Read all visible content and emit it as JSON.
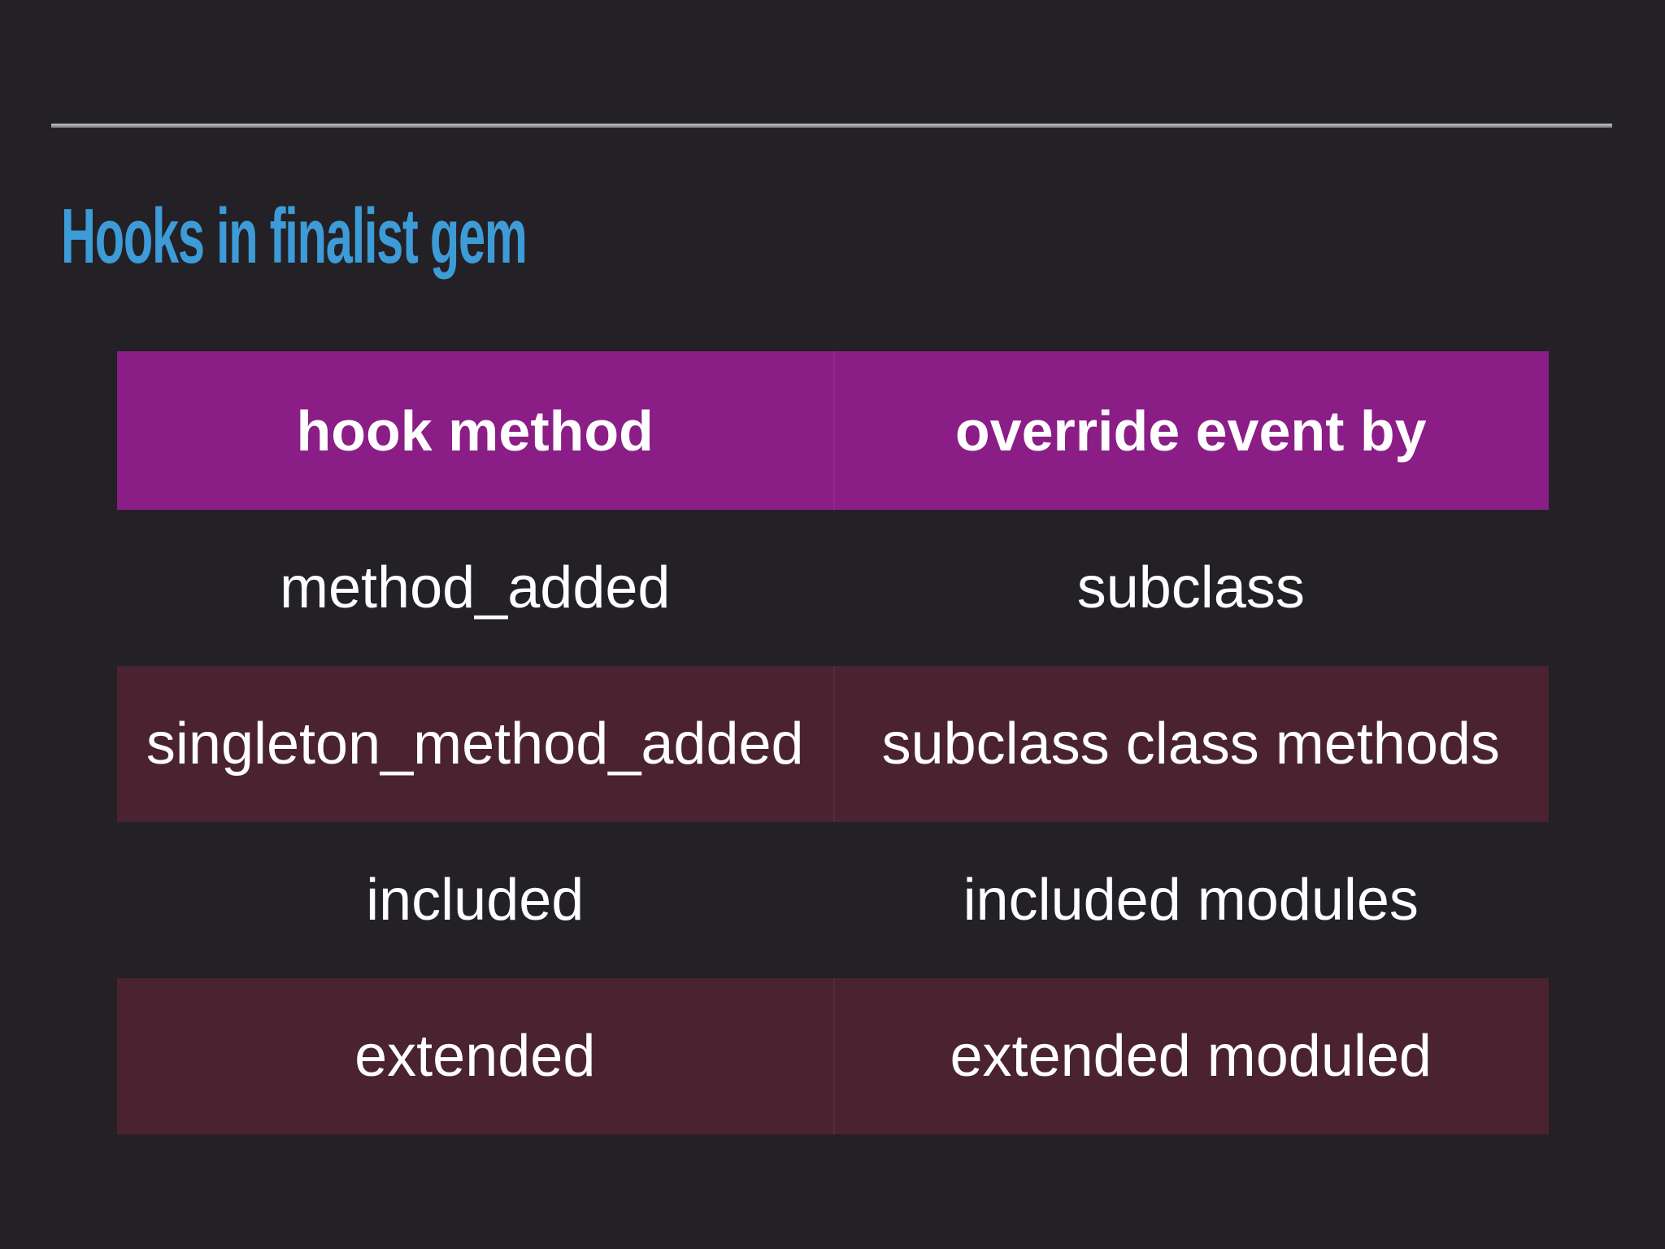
{
  "slide": {
    "title": "Hooks in finalist gem"
  },
  "table": {
    "header": {
      "col1": "hook method",
      "col2": "override event by"
    },
    "rows": [
      {
        "col1": "method_added",
        "col2": "subclass"
      },
      {
        "col1": "singleton_method_added",
        "col2": "subclass class methods"
      },
      {
        "col1": "included",
        "col2": "included modules"
      },
      {
        "col1": "extended",
        "col2": "extended moduled"
      }
    ]
  },
  "colors": {
    "background": "#232125",
    "title": "#3d9bd8",
    "header_bg": "#8b1d87",
    "highlight_bg": "#4b2330",
    "text": "#ffffff",
    "rule_light": "#c4c4c4",
    "rule_dark": "#7d7d7d"
  }
}
